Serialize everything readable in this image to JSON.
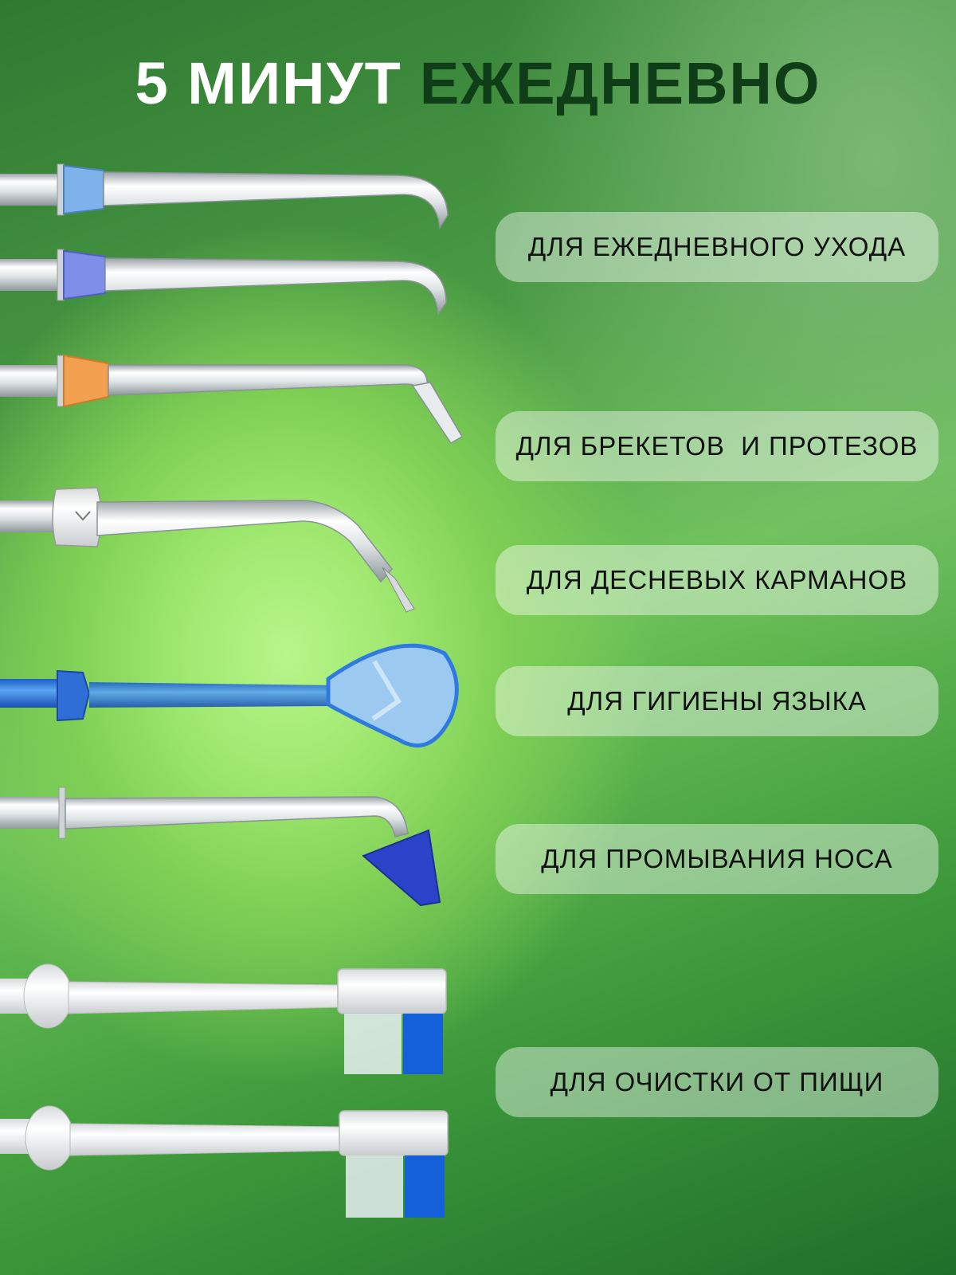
{
  "title": {
    "part1": "5 МИНУТ",
    "part2": "ЕЖЕДНЕВНО"
  },
  "labels": [
    "ДЛЯ ЕЖЕДНЕВНОГО УХОДА",
    "ДЛЯ БРЕКЕТОВ  И ПРОТЕЗОВ",
    "ДЛЯ ДЕСНЕВЫХ КАРМАНОВ",
    "ДЛЯ ГИГИЕНЫ ЯЗЫКА",
    "ДЛЯ ПРОМЫВАНИЯ НОСА",
    "ДЛЯ ОЧИСТКИ ОТ ПИЩИ"
  ],
  "colors": {
    "title_white": "#ffffff",
    "title_green": "#0e3d17",
    "ring_light_blue": "#7fb2ea",
    "ring_violet": "#7f8ee8",
    "ring_orange": "#f2a050",
    "tongue_blue": "#2f7ae0",
    "nose_blue": "#2a43c8",
    "bristle_blue": "#1460d8"
  }
}
